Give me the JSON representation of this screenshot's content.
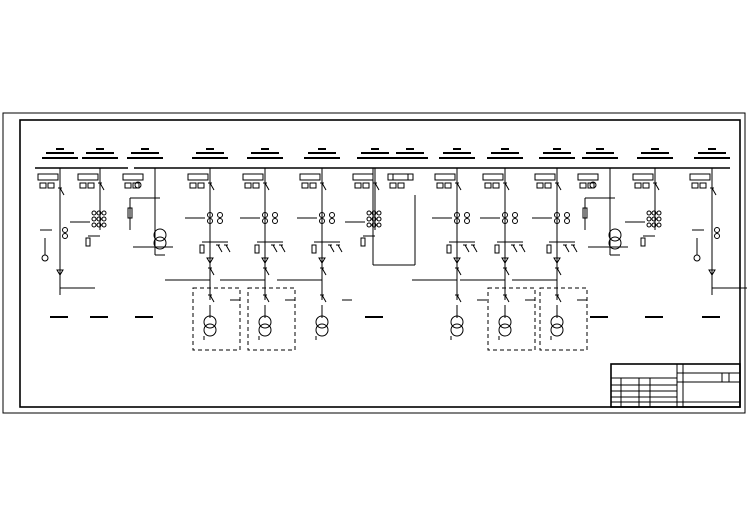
{
  "drawing": {
    "kind": "low-voltage switchgear single-line diagram",
    "panels": [
      {
        "type": "incoming",
        "transformer": false,
        "boxed": false,
        "footer": true
      },
      {
        "type": "ct-metering",
        "transformer": false,
        "boxed": false,
        "footer": true
      },
      {
        "type": "pt",
        "transformer": false,
        "boxed": false,
        "footer": true
      },
      {
        "type": "feeder",
        "transformer": true,
        "boxed": true,
        "footer": false
      },
      {
        "type": "feeder",
        "transformer": true,
        "boxed": true,
        "footer": false
      },
      {
        "type": "feeder",
        "transformer": true,
        "boxed": false,
        "footer": false
      },
      {
        "type": "ct-metering",
        "transformer": false,
        "boxed": false,
        "footer": true
      },
      {
        "type": "bus-tie",
        "transformer": false,
        "boxed": false,
        "footer": false
      },
      {
        "type": "feeder",
        "transformer": true,
        "boxed": false,
        "footer": false
      },
      {
        "type": "feeder",
        "transformer": true,
        "boxed": true,
        "footer": false
      },
      {
        "type": "feeder",
        "transformer": true,
        "boxed": true,
        "footer": false
      },
      {
        "type": "pt",
        "transformer": false,
        "boxed": false,
        "footer": true
      },
      {
        "type": "ct-metering",
        "transformer": false,
        "boxed": false,
        "footer": true
      },
      {
        "type": "incoming",
        "transformer": false,
        "boxed": false,
        "footer": true
      }
    ]
  }
}
